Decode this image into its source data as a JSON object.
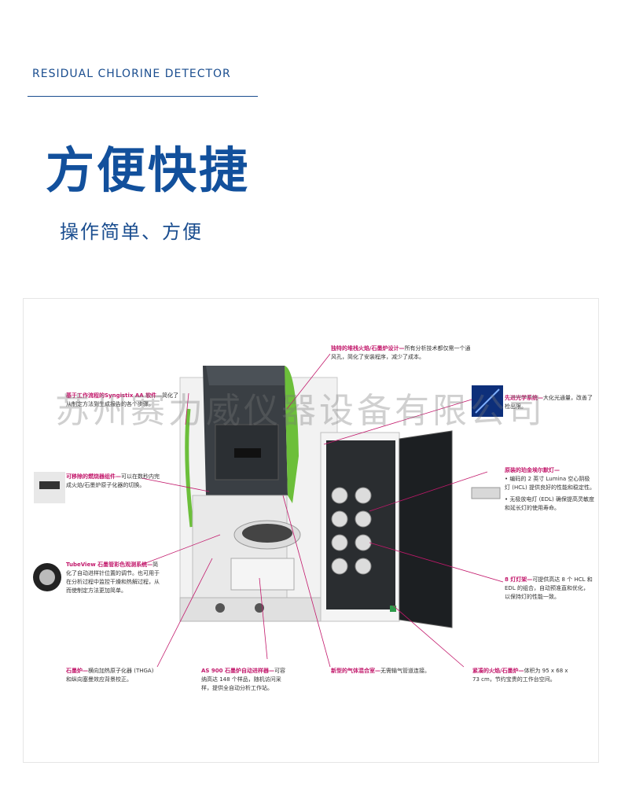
{
  "header": {
    "subtitle_en": "RESIDUAL CHLORINE DETECTOR",
    "headline": "方便快捷",
    "subhead": "操作简单、方便"
  },
  "watermark": "苏州赛力威仪器设备有限公司",
  "callouts": {
    "flame_graphite": {
      "title": "独特的堆栈火焰/石墨炉设计—",
      "body": "所有分析技术都仅需一个通风孔，简化了安装程序，减少了成本。"
    },
    "workflow": {
      "title": "基于工作流程的Syngistix AA 软件",
      "body": "—简化了从制定方法到生成报告的各个步骤。"
    },
    "optics": {
      "title": "先进光学系统—",
      "body": "大化光通量，改善了检出限。"
    },
    "burner": {
      "title": "可移除的燃烧器组件—",
      "body": "可以在数秒内完成火焰/石墨炉原子化器的切换。"
    },
    "lamps": {
      "title": "原装的珀金埃尔默灯—",
      "body1": "• 编码的 2 英寸 Lumina 空心阴极灯 (HCL) 提供良好的性能和稳定性。",
      "body2": "• 无极放电灯 (EDL) 确保提高灵敏度和延长灯的使用寿命。"
    },
    "tubeview": {
      "title": "TubeView 石墨管彩色观测系统—",
      "body": "简化了自动进样针位置的调节。也可用于在分析过程中监控干燥和热解过程，从而使制定方法更加简单。"
    },
    "lamp_holder": {
      "title": "8 灯灯架—",
      "body": "可提供高达 8 个 HCL 和 EDL 的组合，自动预准直和优化，以保持灯的性能一致。"
    },
    "furnace": {
      "title": "石墨炉—",
      "body": "横向加热原子化器 (THGA) 和纵向塞曼效应背景校正。"
    },
    "autosampler": {
      "title": "AS 900 石墨炉自动进样器—",
      "body": "可容纳高达 148 个样品，随机访问采样，提供全自动分析工作站。"
    },
    "gas": {
      "title": "新型的气体混合室—",
      "body": "无需输气管道连接。"
    },
    "compact": {
      "title": "紧凑的火焰/石墨炉—",
      "body": "体积为 95 x 68 x 73 cm，节约宝贵的工作台空间。"
    }
  }
}
